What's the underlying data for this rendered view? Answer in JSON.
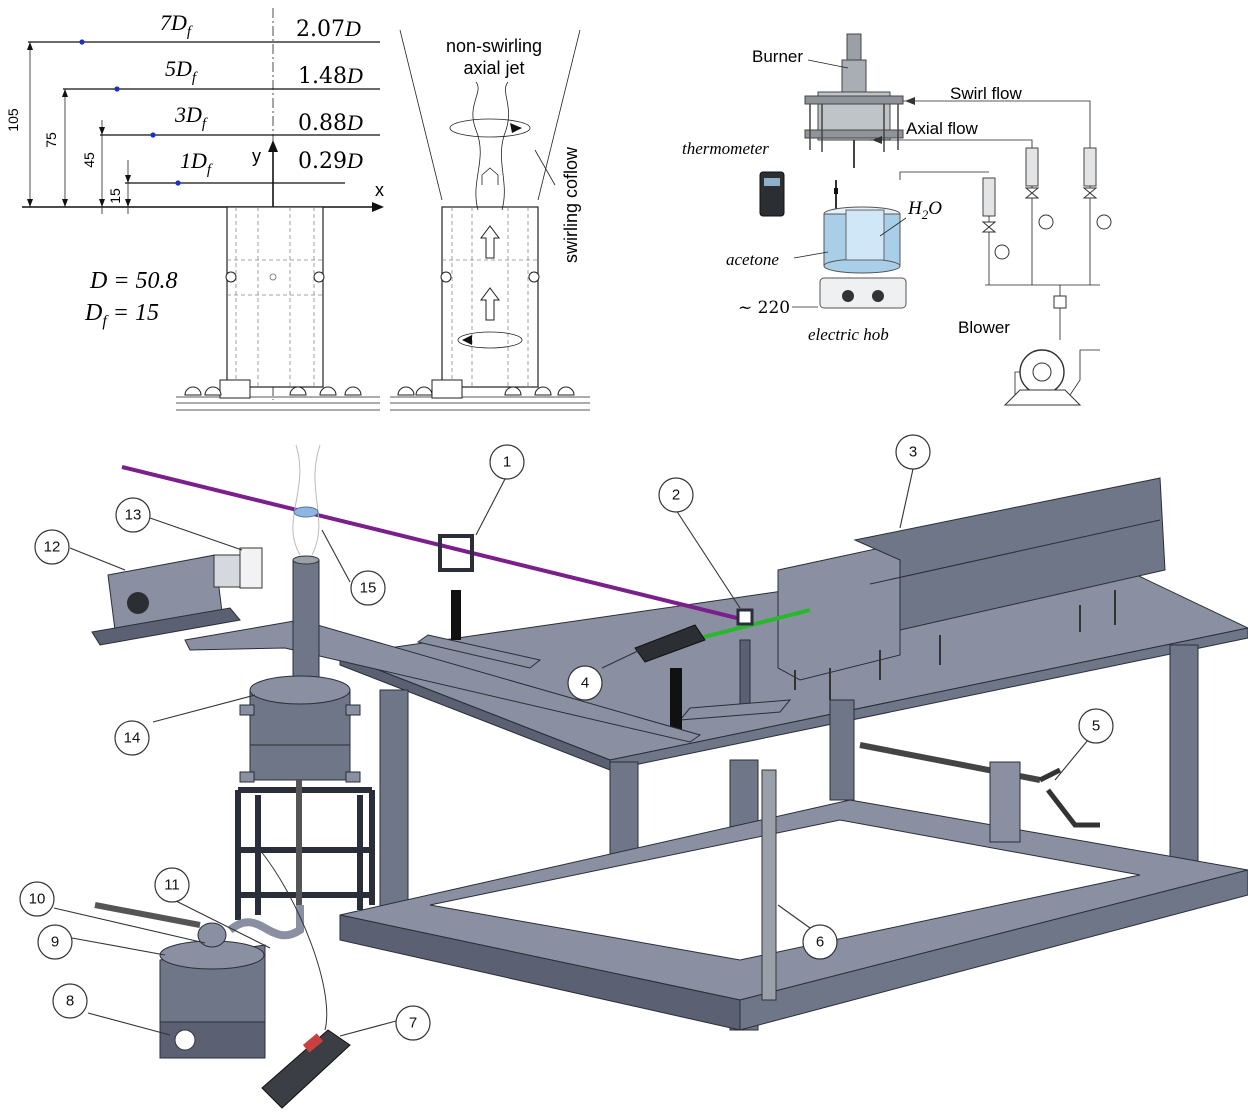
{
  "panel_a": {
    "stations": [
      {
        "label_main": "7D",
        "label_sub": "f",
        "value": "2.07",
        "unit": "D"
      },
      {
        "label_main": "5D",
        "label_sub": "f",
        "value": "1.48",
        "unit": "D"
      },
      {
        "label_main": "3D",
        "label_sub": "f",
        "value": "0.88",
        "unit": "D"
      },
      {
        "label_main": "1D",
        "label_sub": "f",
        "value": "0.29",
        "unit": "D"
      }
    ],
    "dims": [
      "105",
      "75",
      "45",
      "15"
    ],
    "axis_y": "y",
    "axis_x": "x",
    "eq_D": "D = 50.8",
    "eq_Df_main": "D",
    "eq_Df_sub": "f",
    "eq_Df_rest": " = 15",
    "jet_label_line1": "non-swirling",
    "jet_label_line2": "axial jet",
    "coflow_label": "swirling coflow"
  },
  "panel_b": {
    "burner": "Burner",
    "swirl_flow": "Swirl flow",
    "axial_flow": "Axial flow",
    "thermometer": "thermometer",
    "h2o_main": "H",
    "h2o_sub": "2",
    "h2o_rest": "O",
    "acetone": "acetone",
    "voltage": "~ 220",
    "hob": "electric  hob",
    "blower": "Blower"
  },
  "panel_c": {
    "callouts": [
      "1",
      "2",
      "3",
      "4",
      "5",
      "6",
      "7",
      "8",
      "9",
      "10",
      "11",
      "12",
      "13",
      "14",
      "15"
    ]
  }
}
